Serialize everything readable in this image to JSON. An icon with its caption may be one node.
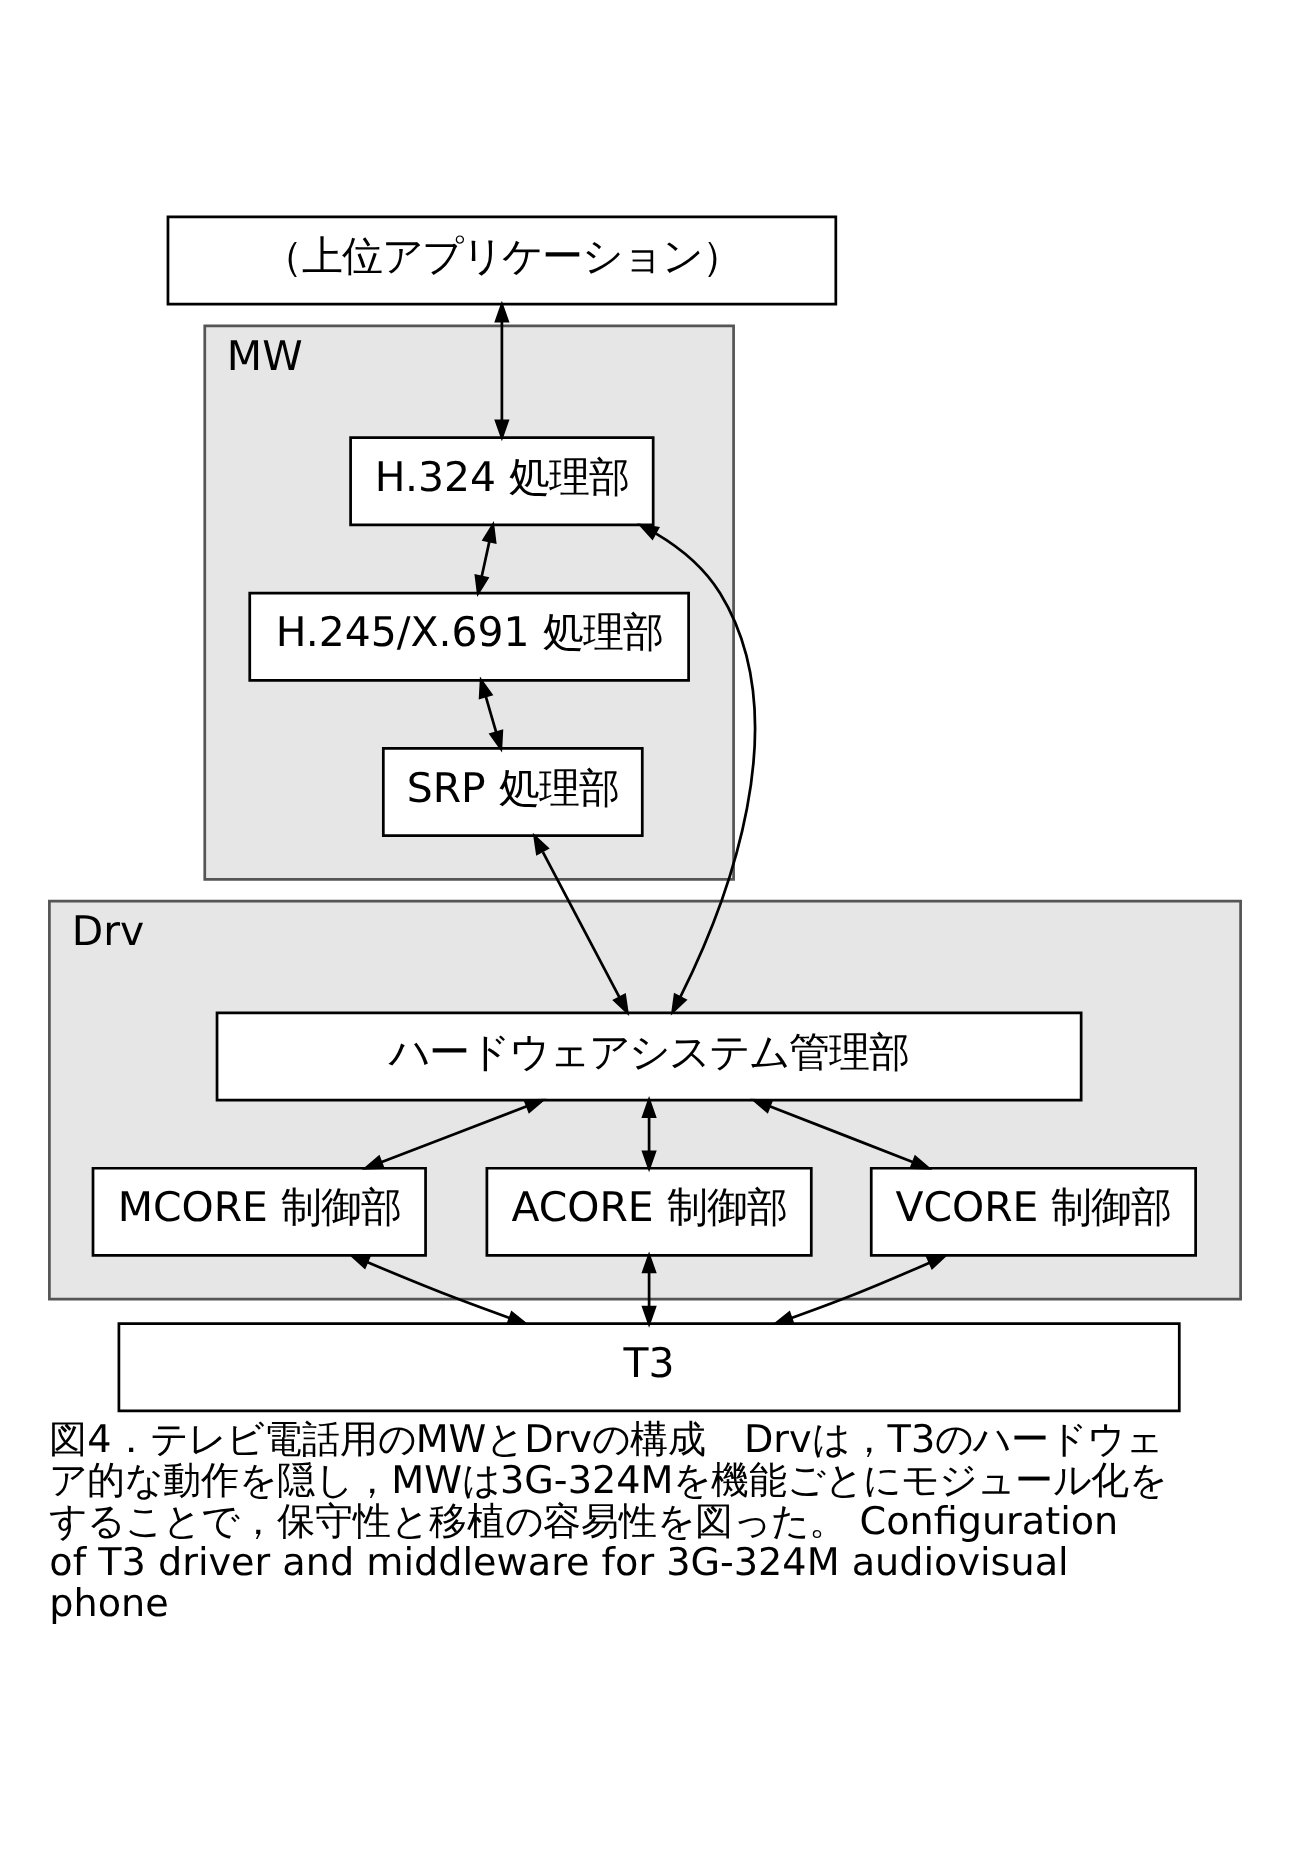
{
  "diagram": {
    "caption": "図4．テレビ電話用のMWとDrvの構成　Drvは，T3のハードウェア的な動作を隠し，MWは3G-324Mを機能ごとにモジュール化をすることで，保守性と移植の容易性を図った。 Configuration of T3 driver and middleware for 3G-324M audiovisual phone",
    "nodes": [
      {
        "text": [
          "（上位アプリケーション）"
        ]
      },
      {
        "text": [
          "MW"
        ]
      },
      {
        "text": [
          "H.324 処理部"
        ],
        "in": 1
      },
      {
        "text": [
          "H.245/X.691 処理部"
        ],
        "in": 1
      },
      {
        "text": [
          "SRP 処理部"
        ],
        "in": 1
      },
      {
        "text": [
          "Drv"
        ]
      },
      {
        "text": [
          "ハードウェアシステム管理部"
        ],
        "in": 5
      },
      {
        "text": [
          "MCORE 制御部"
        ],
        "in": 5
      },
      {
        "text": [
          "ACORE 制御部"
        ],
        "in": 5
      },
      {
        "text": [
          "VCORE 制御部"
        ],
        "in": 5
      },
      {
        "text": [
          "T3"
        ]
      }
    ],
    "edges": [
      {
        "from": 0,
        "to": 2,
        "arrow": "both"
      },
      {
        "from": 2,
        "to": 3,
        "arrow": "both"
      },
      {
        "from": 3,
        "to": 4,
        "arrow": "both"
      },
      {
        "from": 4,
        "to": 6,
        "arrow": "both"
      },
      {
        "from": 2,
        "to": 6,
        "arrow": "both"
      },
      {
        "from": 6,
        "to": 7,
        "arrow": "both"
      },
      {
        "from": 6,
        "to": 8,
        "arrow": "both"
      },
      {
        "from": 6,
        "to": 9,
        "arrow": "both"
      },
      {
        "from": 7,
        "to": 10,
        "arrow": "both"
      },
      {
        "from": 8,
        "to": 10,
        "arrow": "both"
      },
      {
        "from": 9,
        "to": 10,
        "arrow": "both"
      }
    ]
  }
}
